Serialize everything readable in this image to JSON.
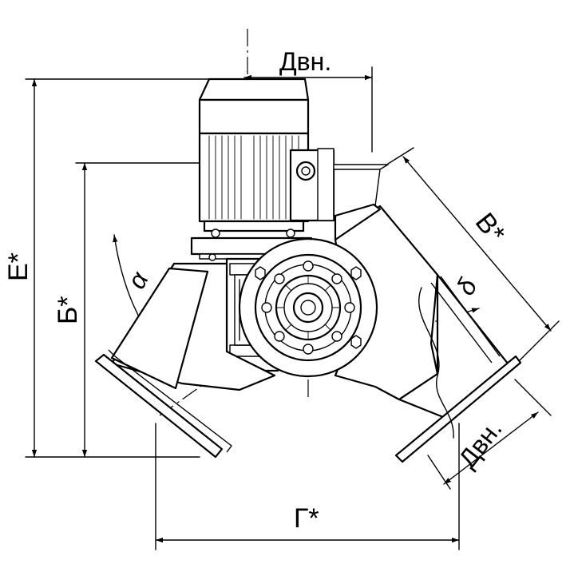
{
  "labels": {
    "d_inner_top": "Двн.",
    "d_inner_right": "Двн.",
    "dim_e": "Е*",
    "dim_b": "Б*",
    "dim_v": "В*",
    "dim_g": "Г*",
    "alpha": "α",
    "delta": "δ"
  },
  "colors": {
    "line": "#000000",
    "background": "#ffffff"
  }
}
